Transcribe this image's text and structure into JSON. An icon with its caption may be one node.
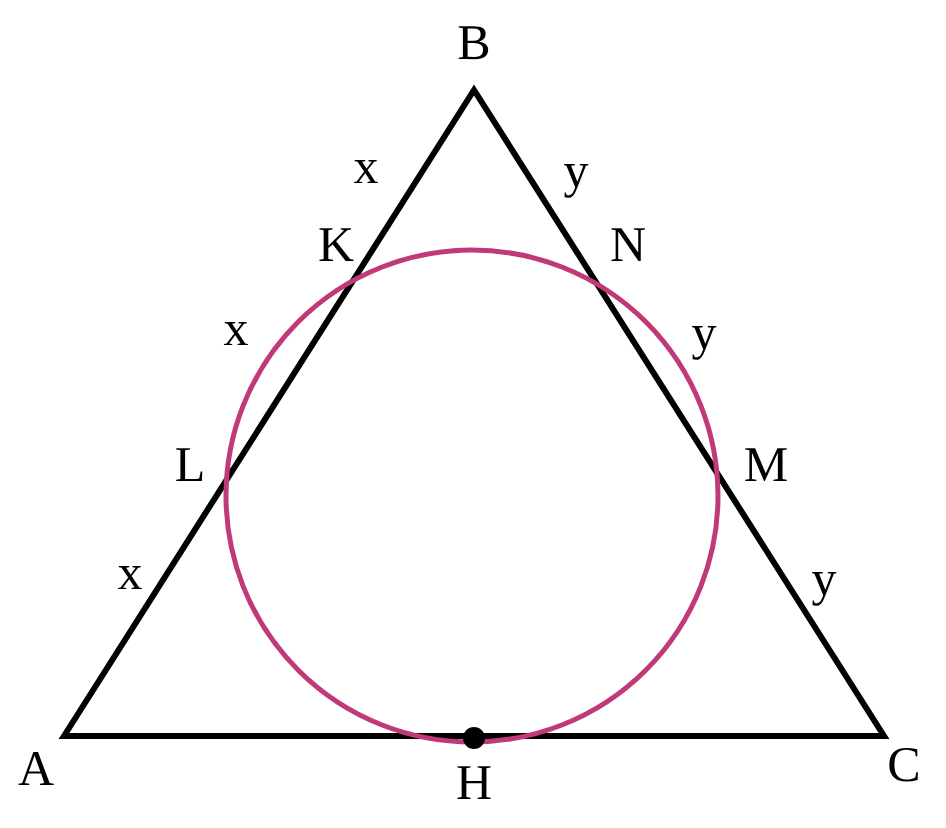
{
  "diagram": {
    "labels": [
      "B",
      "x",
      "y",
      "K",
      "N",
      "x",
      "y",
      "L",
      "M",
      "x",
      "y",
      "A",
      "H",
      "C"
    ]
  }
}
